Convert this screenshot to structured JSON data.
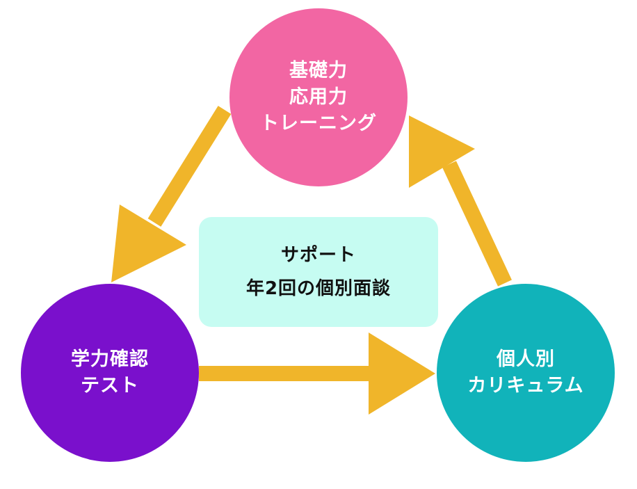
{
  "diagram": {
    "top_node": {
      "lines": [
        "基礎力",
        "応用力",
        "トレーニング"
      ],
      "color": "#F266A3"
    },
    "left_node": {
      "lines": [
        "学力確認",
        "テスト"
      ],
      "color": "#7A10CC"
    },
    "right_node": {
      "lines": [
        "個人別",
        "カリキュラム"
      ],
      "color": "#11B3BA"
    },
    "center": {
      "lines": [
        "サポート",
        "年2回の個別面談"
      ],
      "background": "#C6FCF2"
    },
    "arrow_color": "#F0B52A",
    "arrows": [
      {
        "from": "top_node",
        "to": "left_node"
      },
      {
        "from": "left_node",
        "to": "right_node"
      },
      {
        "from": "right_node",
        "to": "top_node"
      }
    ]
  }
}
